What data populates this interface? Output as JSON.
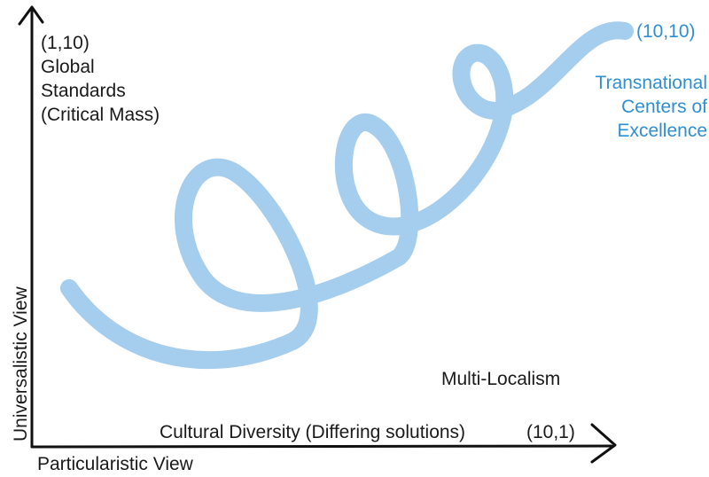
{
  "top_left": {
    "point": "(1,10)",
    "lines": [
      "Global",
      "Standards",
      "(Critical Mass)"
    ]
  },
  "top_right": {
    "point": "(10,10)",
    "lines": [
      "Transnational",
      "Centers of",
      "Excellence"
    ],
    "color": "#2f8fd0"
  },
  "center_right_label": "Multi-Localism",
  "x_axis": {
    "label": "Cultural Diversity (Differing solutions)",
    "end_point": "(10,1)"
  },
  "y_axis": {
    "label": "Universalistic View"
  },
  "origin_label": "Particularistic View",
  "spiral": {
    "color": "#a5cdee"
  }
}
